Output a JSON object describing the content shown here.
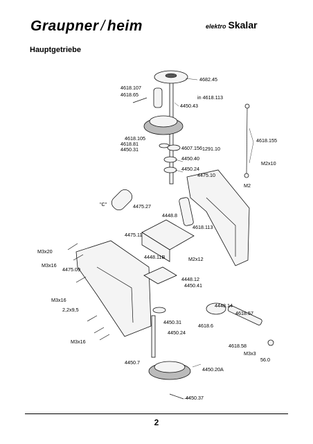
{
  "header": {
    "brand": "Graupner",
    "brand_second": "heim",
    "product_prefix": "elektro",
    "product_name": "Skalar"
  },
  "section_title": "Hauptgetriebe",
  "part_labels": [
    "4682.45",
    "4618.107",
    "4618.65",
    "in 4618.113",
    "4450.43",
    "4618.105",
    "4618.81",
    "4450.31",
    "4607.156",
    "4450.40",
    "4450.24",
    "4475.10",
    "1291.10",
    "4618.155",
    "M2x10",
    "M2",
    "\"C\"",
    "4475.27",
    "4448.8",
    "4618.113",
    "4475.11",
    "M2x12",
    "M3x20",
    "M3x16",
    "4475.09",
    "4448.11B",
    "4448.12",
    "4450.41",
    "M3x16",
    "4448.14",
    "4618.57",
    "2,2x9,5",
    "4450.31",
    "4618.6",
    "4450.24",
    "M3x16",
    "4618.58",
    "M3x3",
    "56.0",
    "4450.7",
    "4450.20A",
    "4450.37"
  ],
  "page_number": "2"
}
